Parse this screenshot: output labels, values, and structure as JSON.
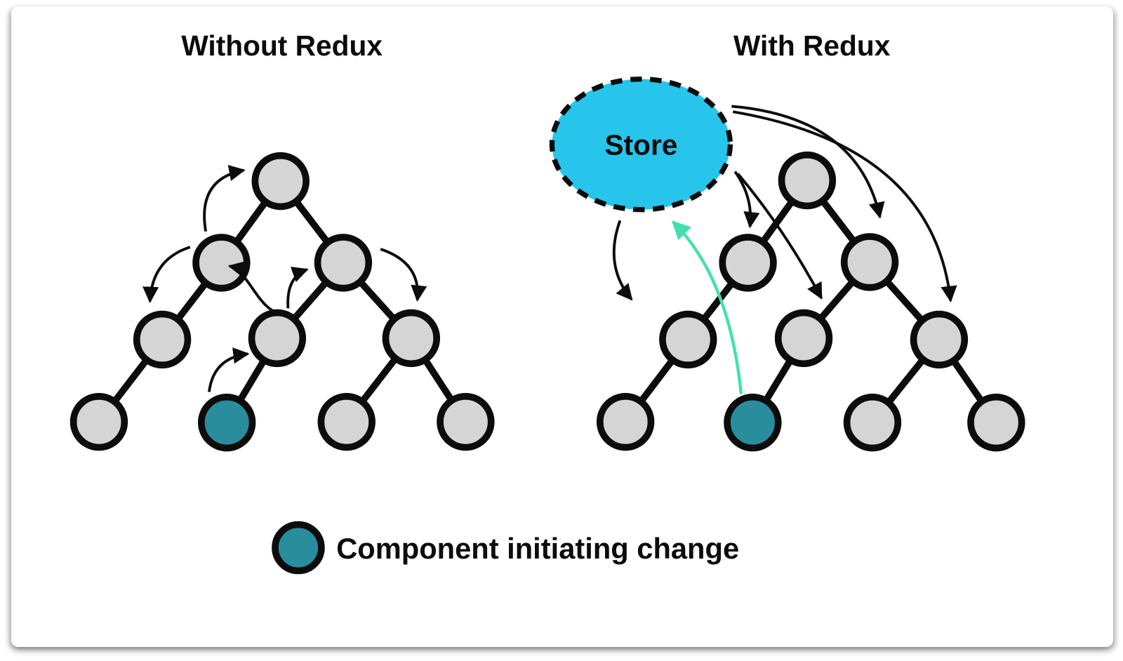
{
  "titles": {
    "left": "Without Redux",
    "right": "With Redux"
  },
  "store": {
    "label": "Store"
  },
  "legend": {
    "label": "Component initiating change"
  },
  "colors": {
    "node_fill": "#d5d5d5",
    "ink": "#0c0c0c",
    "component_teal": "#298d9e",
    "store_cyan": "#27c5ec",
    "update_arrow_green": "#41e0ac"
  }
}
